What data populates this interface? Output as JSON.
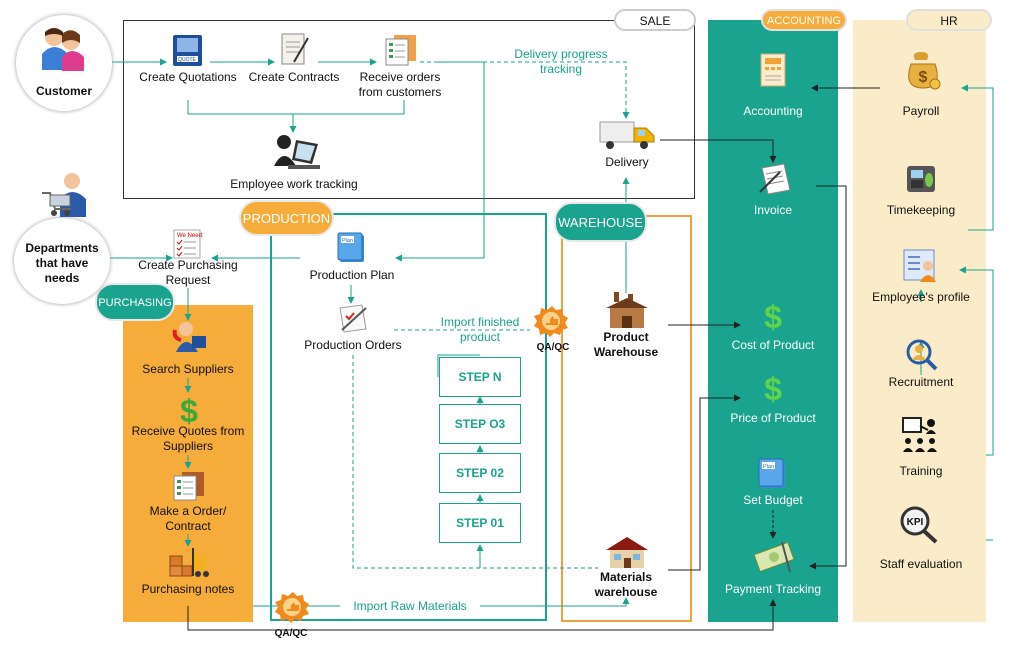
{
  "actors": {
    "customer": "Customer",
    "departments": "Departments\nthat have\nneeds"
  },
  "sections": {
    "sale": "SALE",
    "accounting": "ACCOUNTING",
    "hr": "HR",
    "production": "PRODUCTION",
    "warehouse": "WAREHOUSE",
    "purchasing": "PURCHASING"
  },
  "sale": {
    "quotations": "Create Quotations",
    "contracts": "Create Contracts",
    "receive_orders": "Receive orders\nfrom customers",
    "delivery_tracking": "Delivery progress\ntracking",
    "delivery": "Delivery",
    "employee_tracking": "Employee work tracking"
  },
  "production": {
    "purchasing_request": "Create Purchasing\nRequest",
    "plan": "Production Plan",
    "orders": "Production Orders",
    "import_finished": "Import finished\nproduct",
    "steps": [
      "STEP N",
      "STEP O3",
      "STEP 02",
      "STEP 01"
    ]
  },
  "warehouse": {
    "product": "Product\nWarehouse",
    "materials": "Materials\nwarehouse",
    "qaqc_top": "QA/QC",
    "qaqc_bottom": "QA/QC",
    "import_raw": "Import Raw Materials"
  },
  "purchasing": {
    "search": "Search Suppliers",
    "quotes": "Receive Quotes from\nSuppliers",
    "order": "Make a Order/\nContract",
    "notes": "Purchasing notes"
  },
  "accounting": {
    "accounting": "Accounting",
    "invoice": "Invoice",
    "cost": "Cost of Product",
    "price": "Price of Product",
    "budget": "Set Budget",
    "payment": "Payment Tracking"
  },
  "hr": {
    "payroll": "Payroll",
    "timekeeping": "Timekeeping",
    "profile": "Employee's profile",
    "recruitment": "Recruitment",
    "training": "Training",
    "evaluation": "Staff evaluation"
  },
  "colors": {
    "teal": "#1aa38e",
    "orange": "#f5ac3b",
    "hr_bg": "#faecc8",
    "line": "#222222"
  }
}
